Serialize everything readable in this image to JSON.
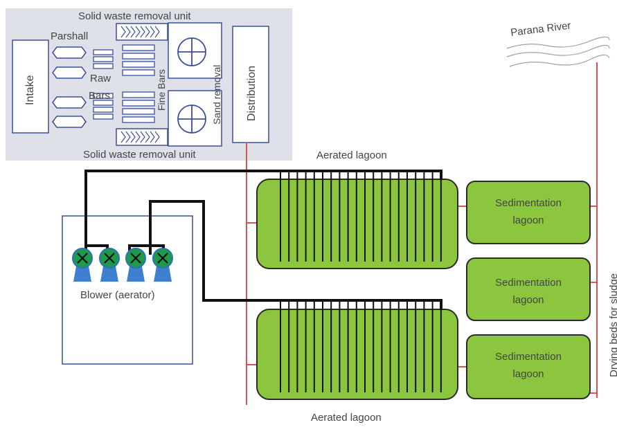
{
  "labels": {
    "solid_waste_top": "Solid waste removal unit",
    "solid_waste_bottom": "Solid waste removal unit",
    "parshall": "Parshall",
    "intake": "Intake",
    "raw_bars_1": "Raw",
    "raw_bars_2": "Bars",
    "fine_bars": "Fine Bars",
    "sand_removal": "Sand removal",
    "distribution": "Distribution",
    "parana_river": "Parana River",
    "aerated_lagoon_top": "Aerated lagoon",
    "aerated_lagoon_bottom": "Aerated lagoon",
    "blower": "Blower (aerator)",
    "sedimentation_1_a": "Sedimentation",
    "sedimentation_1_b": "lagoon",
    "sedimentation_2_a": "Sedimentation",
    "sedimentation_2_b": "lagoon",
    "sedimentation_3_a": "Sedimentation",
    "sedimentation_3_b": "lagoon",
    "drying_beds": "Drying beds for sludge"
  },
  "colors": {
    "panel_bg": "#dfe1e8",
    "box_stroke": "#3a4f9a",
    "lagoon_fill": "#8cc63f",
    "lagoon_stroke": "#2a2a2a",
    "red_pipe": "#d9534f",
    "black_pipe": "#111111",
    "blower_green": "#1f9a4a",
    "blower_blue": "#3f7fd0"
  }
}
